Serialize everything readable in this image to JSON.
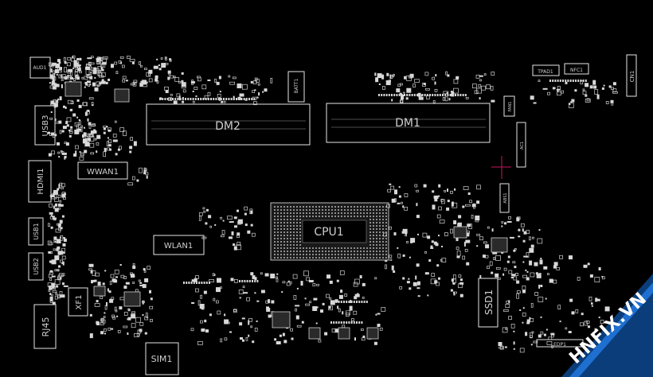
{
  "components": {
    "dm2": "DM2",
    "dm1": "DM1",
    "cpu": "CPU1",
    "wwan": "WWAN1",
    "wlan": "WLAN1",
    "usb3": "USB3",
    "hdmi": "HDMI1",
    "usb1": "USB1",
    "usb2": "USB2",
    "rj45": "RJ45",
    "xf1": "XF1",
    "sim": "SIM1",
    "ssd": "SSD1",
    "aud": "AUD1",
    "batt": "BATT1",
    "tpad": "TPAD1",
    "nfc": "NFC1",
    "cn1": "CN1",
    "fan": "FAN1",
    "ac1": "AC1",
    "edp": "EDP1",
    "abs": "ABS1"
  },
  "watermark": "HNFIX.VN",
  "colors": {
    "background": "#000000",
    "outline": "#e6e6e6",
    "accent": "#c2185b",
    "watermark": "#ffffff"
  }
}
